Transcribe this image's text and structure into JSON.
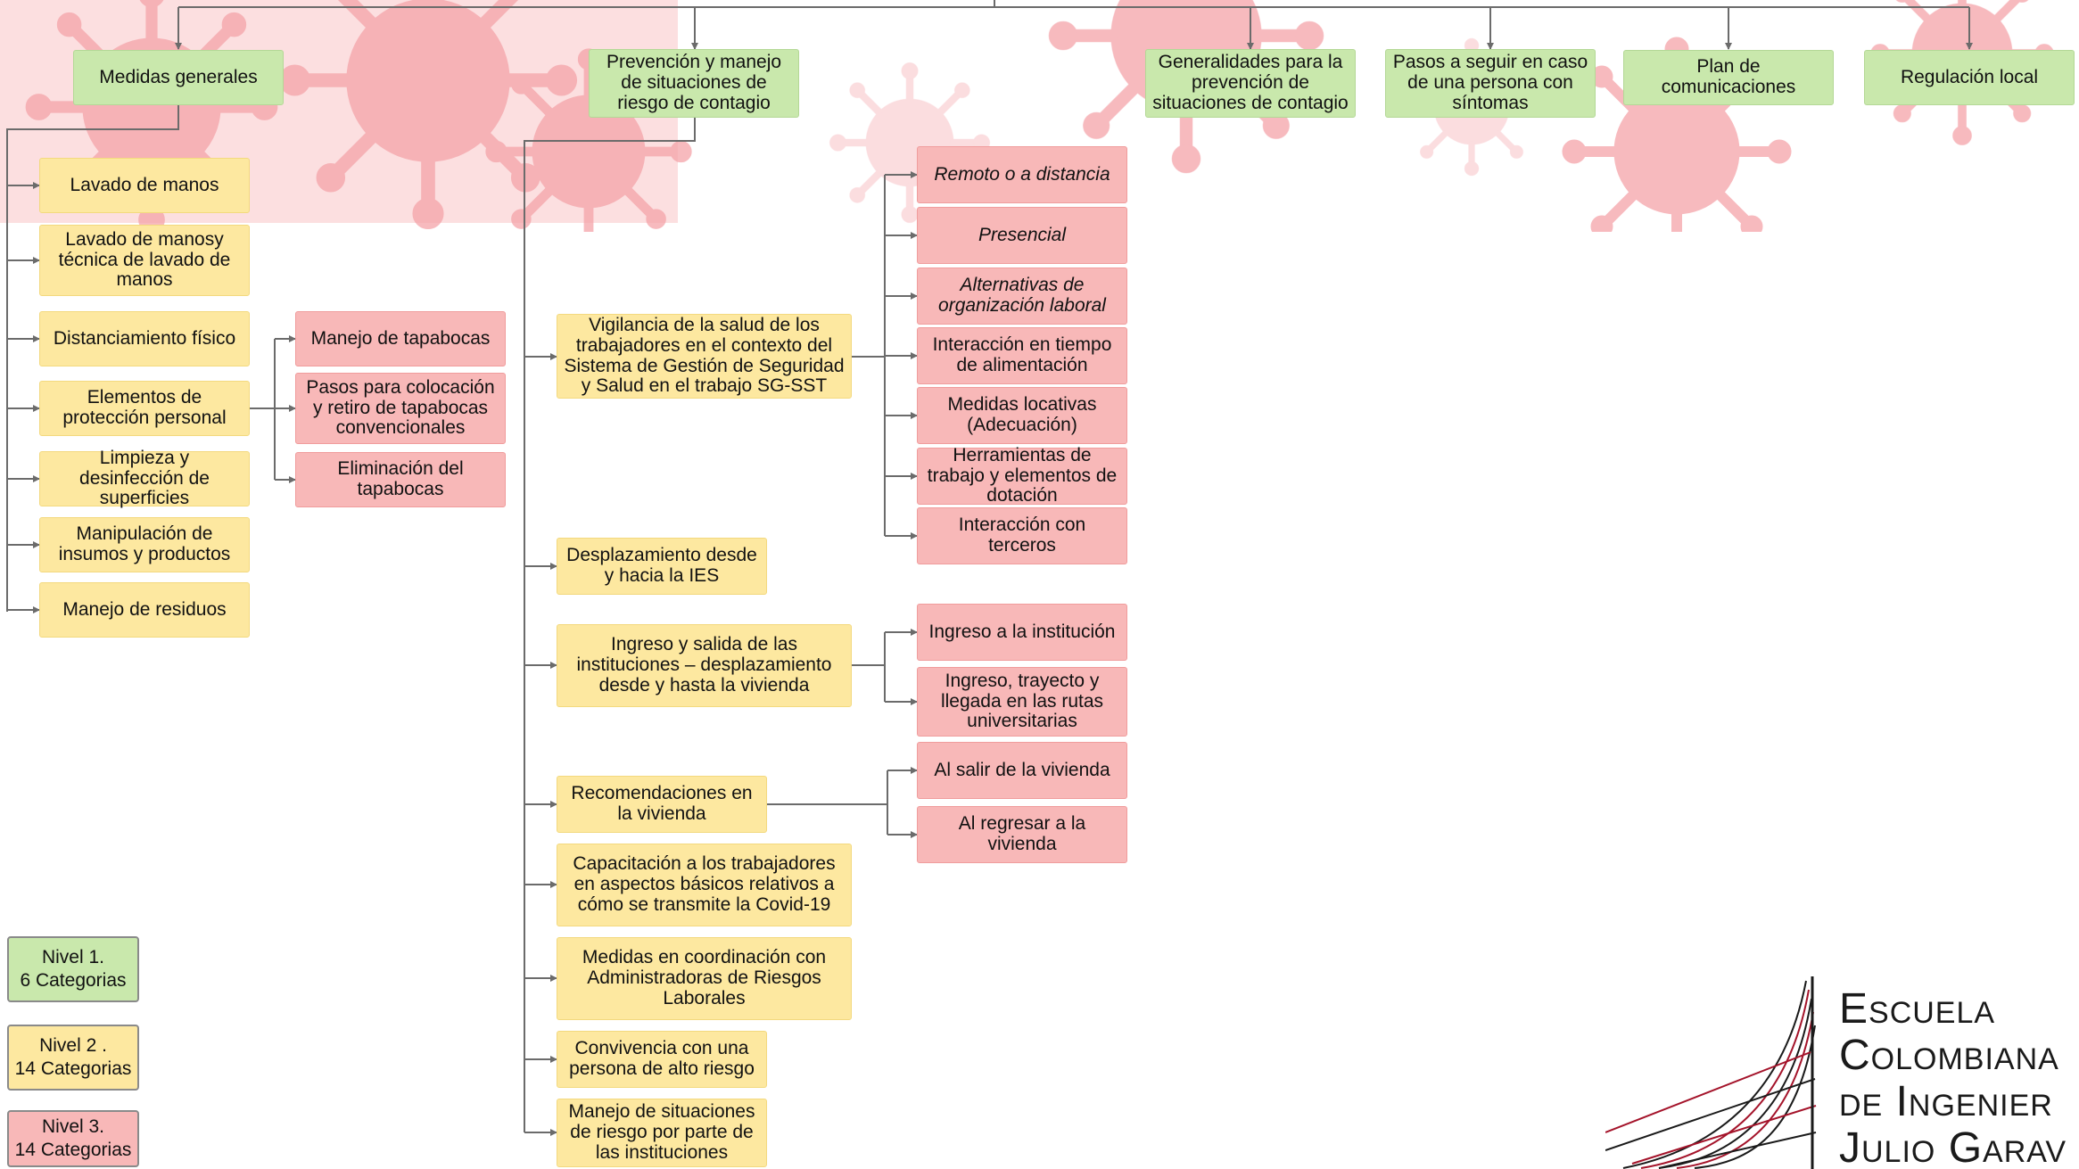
{
  "colors": {
    "level1": "#c9e8ac",
    "level2": "#fde8a0",
    "level3": "#f8b8b8",
    "connector": "#6b6b6b",
    "background_virus": "#f6b3b8"
  },
  "level1": [
    "Medidas generales",
    "Prevención y manejo de situaciones de riesgo de contagio",
    "Generalidades para la prevención de situaciones de contagio",
    "Pasos a seguir en caso de una persona con síntomas",
    "Plan de comunicaciones",
    "Regulación local"
  ],
  "medidas_generales": [
    "Lavado de manos",
    "Lavado de manosy técnica de lavado de manos",
    "Distanciamiento físico",
    "Elementos de protección personal",
    "Limpieza y desinfección de superficies",
    "Manipulación de insumos y productos",
    "Manejo de residuos"
  ],
  "epp_children": [
    "Manejo de tapabocas",
    "Pasos para colocación y retiro de tapabocas convencionales",
    "Eliminación del tapabocas"
  ],
  "prevencion": [
    "Vigilancia de la salud de los trabajadores en el contexto del Sistema de Gestión de Seguridad y Salud en el trabajo SG-SST",
    "Desplazamiento desde y hacia la IES",
    "Ingreso y salida de las instituciones – desplazamiento desde y hasta la vivienda",
    "Recomendaciones en la vivienda",
    "Capacitación a los trabajadores en aspectos básicos relativos a cómo se transmite la Covid-19",
    "Medidas en coordinación con Administradoras de Riesgos Laborales",
    "Convivencia con una persona de alto riesgo",
    "Manejo de situaciones de riesgo por parte de las instituciones"
  ],
  "vigilancia_children": [
    "Remoto o a distancia",
    "Presencial",
    "Alternativas de organización laboral",
    "Interacción en tiempo de alimentación",
    "Medidas locativas (Adecuación)",
    "Herramientas de trabajo y elementos de dotación",
    "Interacción con terceros"
  ],
  "ingreso_children": [
    "Ingreso a la institución",
    "Ingreso, trayecto y llegada en las rutas universitarias"
  ],
  "vivienda_children": [
    "Al salir de la vivienda",
    "Al regresar a la vivienda"
  ],
  "legend": [
    {
      "title": "Nivel 1.",
      "count": "6 Categorias"
    },
    {
      "title": "Nivel 2 .",
      "count": "14 Categorias"
    },
    {
      "title": "Nivel 3.",
      "count": "14 Categorias"
    }
  ],
  "logo": {
    "lines": [
      "Escuela",
      "Colombiana",
      "de Ingenier",
      "Julio Garav"
    ]
  }
}
